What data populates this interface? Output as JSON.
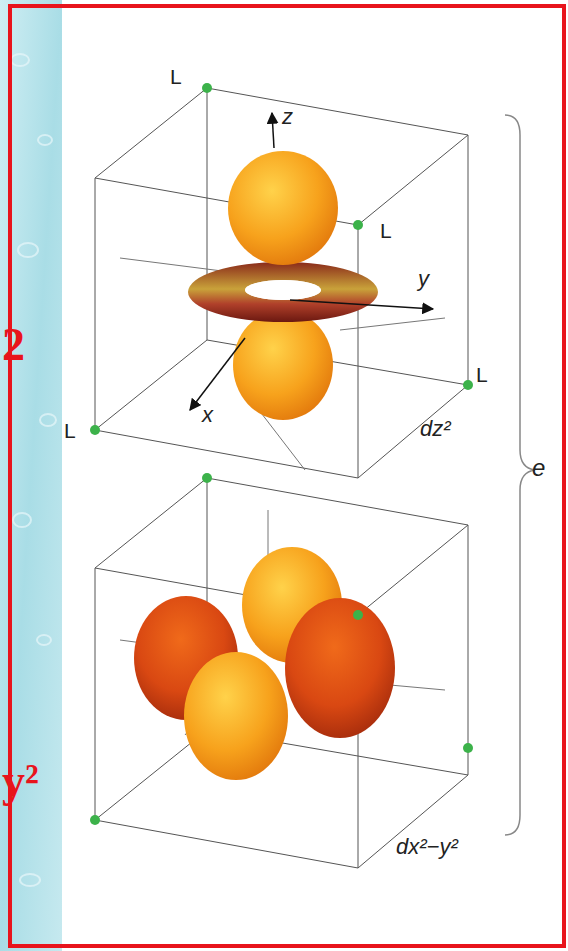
{
  "diagram": {
    "labels": [
      "2",
      "L",
      "z",
      "L",
      "y",
      "L",
      "x",
      "L",
      "dz²",
      "e",
      "dx²−y²",
      "y²"
    ]
  }
}
